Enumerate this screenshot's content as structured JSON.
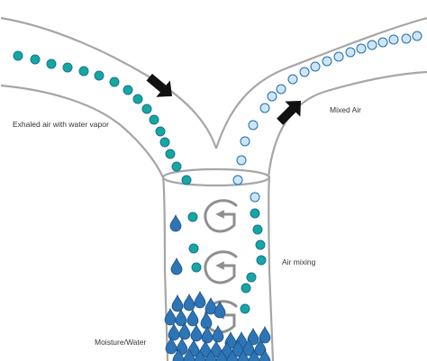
{
  "labels": {
    "exhaled": "Exhaled air with water vapor",
    "mixed": "Mixed Air",
    "mixing": "Air mixing",
    "moisture": "Moisture/Water"
  },
  "icons": {
    "flow_arrow": "arrow-icon",
    "swirl": "swirl-icon",
    "droplet": "water-droplet-icon",
    "particle": "air-particle-icon"
  },
  "colors": {
    "outline": "#a6a6a6",
    "exhaled_particle": "#14a99a",
    "mixed_particle": "#cfe5f7",
    "particle_stroke": "#1b6fa8",
    "droplet": "#2e75b6",
    "arrow": "#111111",
    "swirl": "#8f8f8f"
  }
}
